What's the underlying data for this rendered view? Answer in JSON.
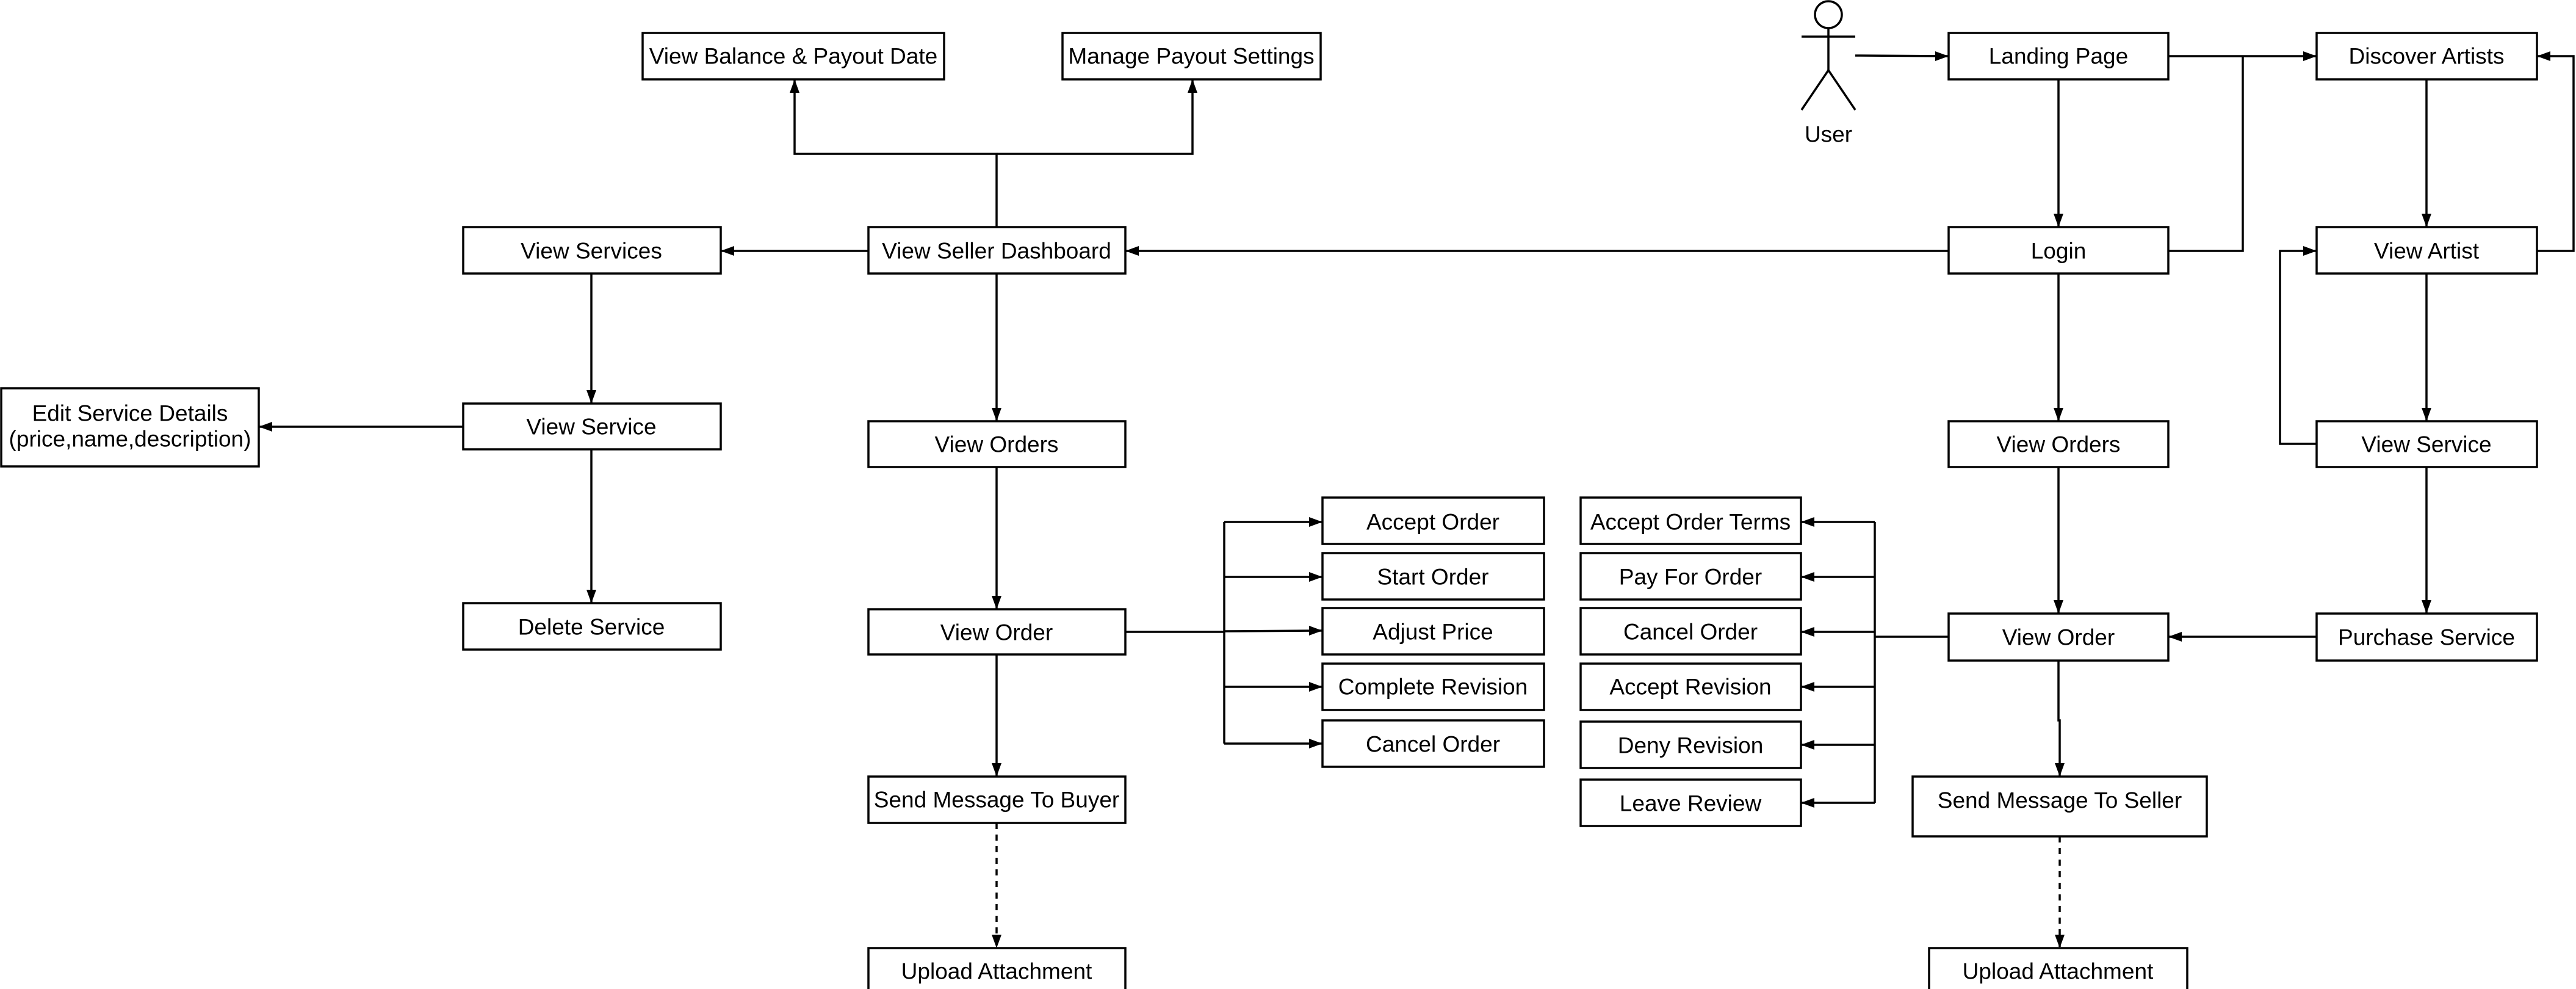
{
  "diagram": {
    "actor": {
      "label": "User"
    },
    "nodes": {
      "view_balance": "View Balance & Payout Date",
      "manage_payout": "Manage Payout Settings",
      "landing_page": "Landing Page",
      "discover_artists": "Discover Artists",
      "view_services": "View Services",
      "seller_dashboard": "View Seller Dashboard",
      "login": "Login",
      "view_artist": "View Artist",
      "edit_service": [
        "Edit Service Details",
        "(price,name,description)"
      ],
      "view_service_seller": "View Service",
      "view_orders_seller": "View Orders",
      "view_orders_buyer": "View Orders",
      "view_service_buyer": "View Service",
      "delete_service": "Delete Service",
      "view_order_seller": "View Order",
      "accept_order": "Accept Order",
      "start_order": "Start Order",
      "adjust_price": "Adjust Price",
      "complete_revision": "Complete Revision",
      "cancel_order_seller": "Cancel Order",
      "accept_order_terms": "Accept Order Terms",
      "pay_for_order": "Pay For Order",
      "cancel_order_buyer": "Cancel Order",
      "accept_revision": "Accept Revision",
      "deny_revision": "Deny Revision",
      "leave_review": "Leave Review",
      "view_order_buyer": "View Order",
      "purchase_service": "Purchase Service",
      "send_msg_buyer": "Send Message To Buyer",
      "send_msg_seller": "Send Message To Seller",
      "upload_seller": "Upload Attachment",
      "upload_buyer": "Upload Attachment"
    },
    "edges": [
      {
        "from": "User",
        "to": "Landing Page"
      },
      {
        "from": "Landing Page",
        "to": "Discover Artists"
      },
      {
        "from": "Landing Page",
        "to": "Login"
      },
      {
        "from": "Login",
        "to": "Discover Artists"
      },
      {
        "from": "Login",
        "to": "View Seller Dashboard"
      },
      {
        "from": "Login",
        "to": "View Orders"
      },
      {
        "from": "Discover Artists",
        "to": "View Artist"
      },
      {
        "from": "View Artist",
        "to": "Discover Artists"
      },
      {
        "from": "View Artist",
        "to": "View Service"
      },
      {
        "from": "View Service",
        "to": "View Artist"
      },
      {
        "from": "View Service",
        "to": "Purchase Service"
      },
      {
        "from": "Purchase Service",
        "to": "View Order"
      },
      {
        "from": "View Seller Dashboard",
        "to": "View Balance & Payout Date"
      },
      {
        "from": "View Seller Dashboard",
        "to": "Manage Payout Settings"
      },
      {
        "from": "View Seller Dashboard",
        "to": "View Services"
      },
      {
        "from": "View Seller Dashboard",
        "to": "View Orders"
      },
      {
        "from": "View Services",
        "to": "View Service"
      },
      {
        "from": "View Service",
        "to": "Edit Service Details"
      },
      {
        "from": "View Service",
        "to": "Delete Service"
      },
      {
        "from": "View Orders",
        "to": "View Order"
      },
      {
        "from": "View Order",
        "to": "Accept Order"
      },
      {
        "from": "View Order",
        "to": "Start Order"
      },
      {
        "from": "View Order",
        "to": "Adjust Price"
      },
      {
        "from": "View Order",
        "to": "Complete Revision"
      },
      {
        "from": "View Order",
        "to": "Cancel Order"
      },
      {
        "from": "View Order",
        "to": "Send Message To Buyer"
      },
      {
        "from": "Send Message To Buyer",
        "to": "Upload Attachment",
        "style": "dashed"
      },
      {
        "from": "View Order",
        "to": "Accept Order Terms"
      },
      {
        "from": "View Order",
        "to": "Pay For Order"
      },
      {
        "from": "View Order",
        "to": "Cancel Order"
      },
      {
        "from": "View Order",
        "to": "Accept Revision"
      },
      {
        "from": "View Order",
        "to": "Deny Revision"
      },
      {
        "from": "View Order",
        "to": "Leave Review"
      },
      {
        "from": "View Order",
        "to": "Send Message To Seller"
      },
      {
        "from": "Send Message To Seller",
        "to": "Upload Attachment",
        "style": "dashed"
      }
    ]
  }
}
